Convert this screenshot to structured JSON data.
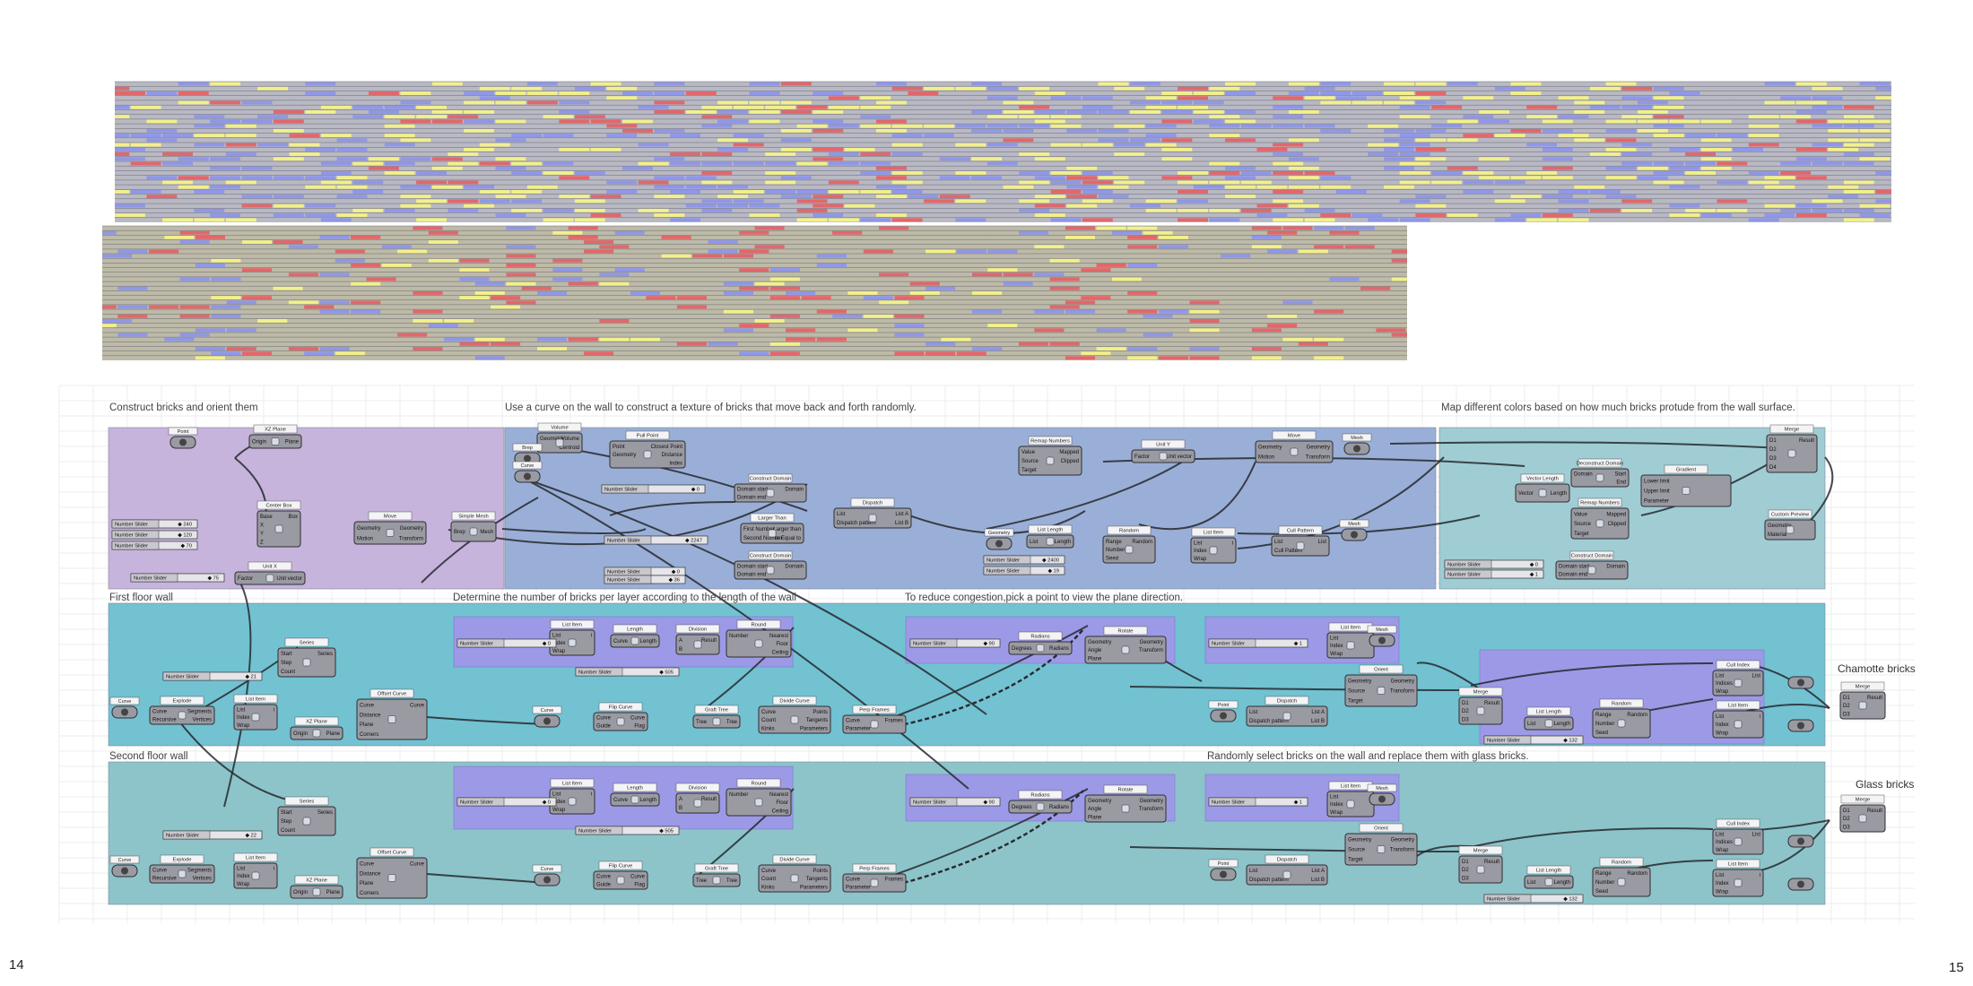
{
  "page": {
    "left_number": "14",
    "right_number": "15"
  },
  "brick_render": {
    "rows_upper": 30,
    "cols_upper": 56,
    "rows_lower": 29,
    "cols_lower": 42,
    "colors": {
      "base": "#b9b9c4",
      "base_lower": "#bdbaa8",
      "yellow": "#f2f08a",
      "blue": "#8f97e8",
      "red": "#e2676b",
      "mortar": "#555566"
    }
  },
  "group_labels": {
    "construct": "Construct bricks and orient them",
    "texture": "Use a curve on the wall to construct a texture of bricks that move back and forth randomly.",
    "map_colors": "Map different colors based on how much bricks protude from the wall surface.",
    "first_floor": "First floor wall",
    "determine": "Determine the number of bricks per layer according to the length of the wall",
    "congestion": "To reduce congestion,pick a point to view the plane direction.",
    "second_floor": "Second floor wall",
    "randomly": "Randomly select bricks on the wall and replace them with glass bricks."
  },
  "side_labels": {
    "chamotte": "Chamotte bricks",
    "glass": "Glass bricks"
  },
  "sliders": [
    {
      "label": "Number Slider",
      "value": "240"
    },
    {
      "label": "Number Slider",
      "value": "120"
    },
    {
      "label": "Number Slider",
      "value": "70"
    },
    {
      "label": "Number Slider",
      "value": "75"
    },
    {
      "label": "Number Slider",
      "value": "0"
    },
    {
      "label": "Number Slider",
      "value": "2247"
    },
    {
      "label": "Number Slider",
      "value": "0"
    },
    {
      "label": "Number Slider",
      "value": "36"
    },
    {
      "label": "Number Slider",
      "value": "2400"
    },
    {
      "label": "Number Slider",
      "value": "19"
    },
    {
      "label": "Number Slider",
      "value": "0"
    },
    {
      "label": "Number Slider",
      "value": "1"
    },
    {
      "label": "Number Slider",
      "value": "21"
    },
    {
      "label": "Number Slider",
      "value": "0"
    },
    {
      "label": "Number Slider",
      "value": "505"
    },
    {
      "label": "Number Slider",
      "value": "90"
    },
    {
      "label": "Number Slider",
      "value": "1"
    },
    {
      "label": "Number Slider",
      "value": "132"
    },
    {
      "label": "Number Slider",
      "value": "22"
    },
    {
      "label": "Number Slider",
      "value": "0"
    },
    {
      "label": "Number Slider",
      "value": "505"
    },
    {
      "label": "Number Slider",
      "value": "90"
    },
    {
      "label": "Number Slider",
      "value": "1"
    },
    {
      "label": "Number Slider",
      "value": "132"
    }
  ],
  "components": {
    "group1": [
      {
        "title": "Point",
        "inputs": [],
        "outputs": []
      },
      {
        "title": "XZ Plane",
        "inputs": [
          "Origin"
        ],
        "outputs": [
          "Plane"
        ]
      },
      {
        "title": "Center Box",
        "inputs": [
          "Base",
          "X",
          "Y",
          "Z"
        ],
        "outputs": [
          "Box"
        ]
      },
      {
        "title": "Move",
        "inputs": [
          "Geometry",
          "Motion"
        ],
        "outputs": [
          "Geometry",
          "Transform"
        ]
      },
      {
        "title": "Simple Mesh",
        "inputs": [
          "Brep"
        ],
        "outputs": [
          "Mesh"
        ]
      },
      {
        "title": "Unit X",
        "inputs": [
          "Factor"
        ],
        "outputs": [
          "Unit vector"
        ]
      }
    ],
    "group2": [
      {
        "title": "Volume",
        "inputs": [
          "Geometry"
        ],
        "outputs": [
          "Volume",
          "Centroid"
        ]
      },
      {
        "title": "Pull Point",
        "inputs": [
          "Point",
          "Geometry"
        ],
        "outputs": [
          "Closest Point",
          "Distance",
          "Index"
        ]
      },
      {
        "title": "Brep",
        "inputs": [],
        "outputs": []
      },
      {
        "title": "Curve",
        "inputs": [],
        "outputs": []
      },
      {
        "title": "Construct Domain",
        "inputs": [
          "Domain start",
          "Domain end"
        ],
        "outputs": [
          "Domain"
        ]
      },
      {
        "title": "Larger Than",
        "inputs": [
          "First Number",
          "Second Number"
        ],
        "outputs": [
          "Larger than",
          "or Equal to"
        ]
      },
      {
        "title": "Construct Domain",
        "inputs": [
          "Domain start",
          "Domain end"
        ],
        "outputs": [
          "Domain"
        ]
      },
      {
        "title": "Dispatch",
        "inputs": [
          "List",
          "Dispatch pattern"
        ],
        "outputs": [
          "List A",
          "List B"
        ]
      },
      {
        "title": "Remap Numbers",
        "inputs": [
          "Value",
          "Source",
          "Target"
        ],
        "outputs": [
          "Mapped",
          "Clipped"
        ]
      },
      {
        "title": "Geometry",
        "inputs": [],
        "outputs": []
      },
      {
        "title": "List Length",
        "inputs": [
          "List"
        ],
        "outputs": [
          "Length"
        ]
      },
      {
        "title": "Random",
        "inputs": [
          "Range",
          "Number",
          "Seed"
        ],
        "outputs": [
          "Random"
        ]
      },
      {
        "title": "List Item",
        "inputs": [
          "List",
          "Index",
          "Wrap"
        ],
        "outputs": [
          "i"
        ]
      },
      {
        "title": "Cull Pattern",
        "inputs": [
          "List",
          "Cull Pattern"
        ],
        "outputs": [
          "List"
        ]
      },
      {
        "title": "Mesh",
        "inputs": [],
        "outputs": []
      },
      {
        "title": "Unit Y",
        "inputs": [
          "Factor"
        ],
        "outputs": [
          "Unit vector"
        ]
      },
      {
        "title": "Move",
        "inputs": [
          "Geometry",
          "Motion"
        ],
        "outputs": [
          "Geometry",
          "Transform"
        ]
      },
      {
        "title": "Mesh",
        "inputs": [],
        "outputs": []
      }
    ],
    "group3": [
      {
        "title": "Merge",
        "inputs": [
          "D1",
          "D2",
          "D3",
          "D4"
        ],
        "outputs": [
          "Result"
        ]
      },
      {
        "title": "Vector Length",
        "inputs": [
          "Vector"
        ],
        "outputs": [
          "Length"
        ]
      },
      {
        "title": "Deconstruct Domain",
        "inputs": [
          "Domain"
        ],
        "outputs": [
          "Start",
          "End"
        ]
      },
      {
        "title": "Gradient",
        "inputs": [
          "Lower limit",
          "Upper limit",
          "Parameter"
        ],
        "outputs": []
      },
      {
        "title": "Remap Numbers",
        "inputs": [
          "Value",
          "Source",
          "Target"
        ],
        "outputs": [
          "Mapped",
          "Clipped"
        ]
      },
      {
        "title": "Custom Preview",
        "inputs": [
          "Geometry",
          "Material"
        ],
        "outputs": []
      },
      {
        "title": "Construct Domain",
        "inputs": [
          "Domain start",
          "Domain end"
        ],
        "outputs": [
          "Domain"
        ]
      }
    ],
    "group4": [
      {
        "title": "Series",
        "inputs": [
          "Start",
          "Step",
          "Count"
        ],
        "outputs": [
          "Series"
        ]
      },
      {
        "title": "Curve",
        "inputs": [],
        "outputs": []
      },
      {
        "title": "Explode",
        "inputs": [
          "Curve",
          "Recursive"
        ],
        "outputs": [
          "Segments",
          "Vertices"
        ]
      },
      {
        "title": "List Item",
        "inputs": [
          "List",
          "Index",
          "Wrap"
        ],
        "outputs": [
          "i"
        ]
      },
      {
        "title": "XZ Plane",
        "inputs": [
          "Origin"
        ],
        "outputs": [
          "Plane"
        ]
      },
      {
        "title": "Offset Curve",
        "inputs": [
          "Curve",
          "Distance",
          "Plane",
          "Corners"
        ],
        "outputs": [
          "Curve"
        ]
      },
      {
        "title": "List Item",
        "inputs": [
          "List",
          "Index",
          "Wrap"
        ],
        "outputs": [
          "i"
        ]
      },
      {
        "title": "Length",
        "inputs": [
          "Curve"
        ],
        "outputs": [
          "Length"
        ]
      },
      {
        "title": "Division",
        "inputs": [
          "A",
          "B"
        ],
        "outputs": [
          "Result"
        ]
      },
      {
        "title": "Round",
        "inputs": [
          "Number"
        ],
        "outputs": [
          "Nearest",
          "Floor",
          "Ceiling"
        ]
      },
      {
        "title": "Curve",
        "inputs": [],
        "outputs": []
      },
      {
        "title": "Flip Curve",
        "inputs": [
          "Curve",
          "Guide"
        ],
        "outputs": [
          "Curve",
          "Flag"
        ]
      },
      {
        "title": "Graft Tree",
        "inputs": [
          "Tree"
        ],
        "outputs": [
          "Tree"
        ]
      },
      {
        "title": "Divide Curve",
        "inputs": [
          "Curve",
          "Count",
          "Kinks"
        ],
        "outputs": [
          "Points",
          "Tangents",
          "Parameters"
        ]
      },
      {
        "title": "Perp Frames",
        "inputs": [
          "Curve",
          "Parameter"
        ],
        "outputs": [
          "Frames"
        ]
      },
      {
        "title": "Radians",
        "inputs": [
          "Degrees"
        ],
        "outputs": [
          "Radians"
        ]
      },
      {
        "title": "Rotate",
        "inputs": [
          "Geometry",
          "Angle",
          "Plane"
        ],
        "outputs": [
          "Geometry",
          "Transform"
        ]
      },
      {
        "title": "List Item",
        "inputs": [
          "List",
          "Index",
          "Wrap"
        ],
        "outputs": [
          "i"
        ]
      },
      {
        "title": "Mesh",
        "inputs": [],
        "outputs": []
      },
      {
        "title": "Point",
        "inputs": [],
        "outputs": []
      },
      {
        "title": "Dispatch",
        "inputs": [
          "List",
          "Dispatch pattern"
        ],
        "outputs": [
          "List A",
          "List B"
        ]
      },
      {
        "title": "Orient",
        "inputs": [
          "Geometry",
          "Source",
          "Target"
        ],
        "outputs": [
          "Geometry",
          "Transform"
        ]
      },
      {
        "title": "Merge",
        "inputs": [
          "D1",
          "D2",
          "D3"
        ],
        "outputs": [
          "Result"
        ]
      },
      {
        "title": "List Length",
        "inputs": [
          "List"
        ],
        "outputs": [
          "Length"
        ]
      },
      {
        "title": "Random",
        "inputs": [
          "Range",
          "Number",
          "Seed"
        ],
        "outputs": [
          "Random"
        ]
      },
      {
        "title": "Cull Index",
        "inputs": [
          "List",
          "Indices",
          "Wrap"
        ],
        "outputs": [
          "List"
        ]
      },
      {
        "title": "List Item",
        "inputs": [
          "List",
          "Index",
          "Wrap"
        ],
        "outputs": [
          "i"
        ]
      },
      {
        "title": "Merge",
        "inputs": [
          "D1",
          "D2",
          "D3"
        ],
        "outputs": [
          "Result"
        ]
      }
    ],
    "group5": [
      {
        "title": "Series",
        "inputs": [
          "Start",
          "Step",
          "Count"
        ],
        "outputs": [
          "Series"
        ]
      },
      {
        "title": "Curve",
        "inputs": [],
        "outputs": []
      },
      {
        "title": "Explode",
        "inputs": [
          "Curve",
          "Recursive"
        ],
        "outputs": [
          "Segments",
          "Vertices"
        ]
      },
      {
        "title": "List Item",
        "inputs": [
          "List",
          "Index",
          "Wrap"
        ],
        "outputs": [
          "i"
        ]
      },
      {
        "title": "XZ Plane",
        "inputs": [
          "Origin"
        ],
        "outputs": [
          "Plane"
        ]
      },
      {
        "title": "Offset Curve",
        "inputs": [
          "Curve",
          "Distance",
          "Plane",
          "Corners"
        ],
        "outputs": [
          "Curve"
        ]
      },
      {
        "title": "List Item",
        "inputs": [
          "List",
          "Index",
          "Wrap"
        ],
        "outputs": [
          "i"
        ]
      },
      {
        "title": "Length",
        "inputs": [
          "Curve"
        ],
        "outputs": [
          "Length"
        ]
      },
      {
        "title": "Division",
        "inputs": [
          "A",
          "B"
        ],
        "outputs": [
          "Result"
        ]
      },
      {
        "title": "Round",
        "inputs": [
          "Number"
        ],
        "outputs": [
          "Nearest",
          "Floor",
          "Ceiling"
        ]
      },
      {
        "title": "Curve",
        "inputs": [],
        "outputs": []
      },
      {
        "title": "Flip Curve",
        "inputs": [
          "Curve",
          "Guide"
        ],
        "outputs": [
          "Curve",
          "Flag"
        ]
      },
      {
        "title": "Graft Tree",
        "inputs": [
          "Tree"
        ],
        "outputs": [
          "Tree"
        ]
      },
      {
        "title": "Divide Curve",
        "inputs": [
          "Curve",
          "Count",
          "Kinks"
        ],
        "outputs": [
          "Points",
          "Tangents",
          "Parameters"
        ]
      },
      {
        "title": "Perp Frames",
        "inputs": [
          "Curve",
          "Parameter"
        ],
        "outputs": [
          "Frames"
        ]
      },
      {
        "title": "Radians",
        "inputs": [
          "Degrees"
        ],
        "outputs": [
          "Radians"
        ]
      },
      {
        "title": "Rotate",
        "inputs": [
          "Geometry",
          "Angle",
          "Plane"
        ],
        "outputs": [
          "Geometry",
          "Transform"
        ]
      },
      {
        "title": "List Item",
        "inputs": [
          "List",
          "Index",
          "Wrap"
        ],
        "outputs": [
          "i"
        ]
      },
      {
        "title": "Mesh",
        "inputs": [],
        "outputs": []
      },
      {
        "title": "Point",
        "inputs": [],
        "outputs": []
      },
      {
        "title": "Dispatch",
        "inputs": [
          "List",
          "Dispatch pattern"
        ],
        "outputs": [
          "List A",
          "List B"
        ]
      },
      {
        "title": "Orient",
        "inputs": [
          "Geometry",
          "Source",
          "Target"
        ],
        "outputs": [
          "Geometry",
          "Transform"
        ]
      },
      {
        "title": "Merge",
        "inputs": [
          "D1",
          "D2",
          "D3"
        ],
        "outputs": [
          "Result"
        ]
      },
      {
        "title": "List Length",
        "inputs": [
          "List"
        ],
        "outputs": [
          "Length"
        ]
      },
      {
        "title": "Random",
        "inputs": [
          "Range",
          "Number",
          "Seed"
        ],
        "outputs": [
          "Random"
        ]
      },
      {
        "title": "Cull Index",
        "inputs": [
          "List",
          "Indices",
          "Wrap"
        ],
        "outputs": [
          "List"
        ]
      },
      {
        "title": "List Item",
        "inputs": [
          "List",
          "Index",
          "Wrap"
        ],
        "outputs": [
          "i"
        ]
      },
      {
        "title": "Merge",
        "inputs": [
          "D1",
          "D2",
          "D3"
        ],
        "outputs": [
          "Result"
        ]
      }
    ]
  }
}
